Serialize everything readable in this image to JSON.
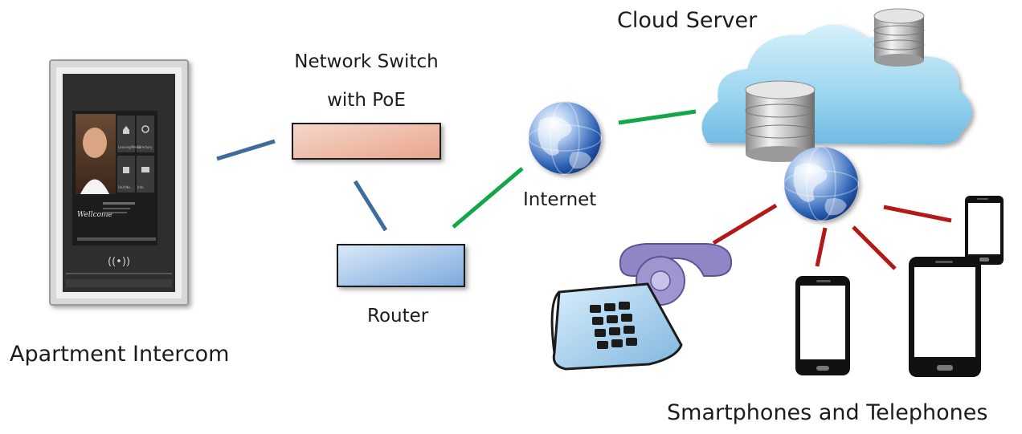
{
  "labels": {
    "cloud_server": "Cloud Server",
    "network_switch_line1": "Network Switch",
    "network_switch_line2": "with PoE",
    "internet": "Internet",
    "router": "Router",
    "apartment_intercom": "Apartment Intercom",
    "smartphones_telephones": "Smartphones and Telephones"
  },
  "intercom_screen": {
    "tiles": [
      "Leaving/Menu",
      "Directory",
      "Unit No.",
      "Info"
    ],
    "name_line": "Wellcome",
    "rfid_symbol": "((•))"
  },
  "colors": {
    "link_lan": "#3e6d9c",
    "link_wan": "#12a84a",
    "link_mobile": "#b41919",
    "switch_fill": "#f2c2b0",
    "router_fill": "#b9d3ef",
    "cloud_fill": "#a9dcf2"
  }
}
